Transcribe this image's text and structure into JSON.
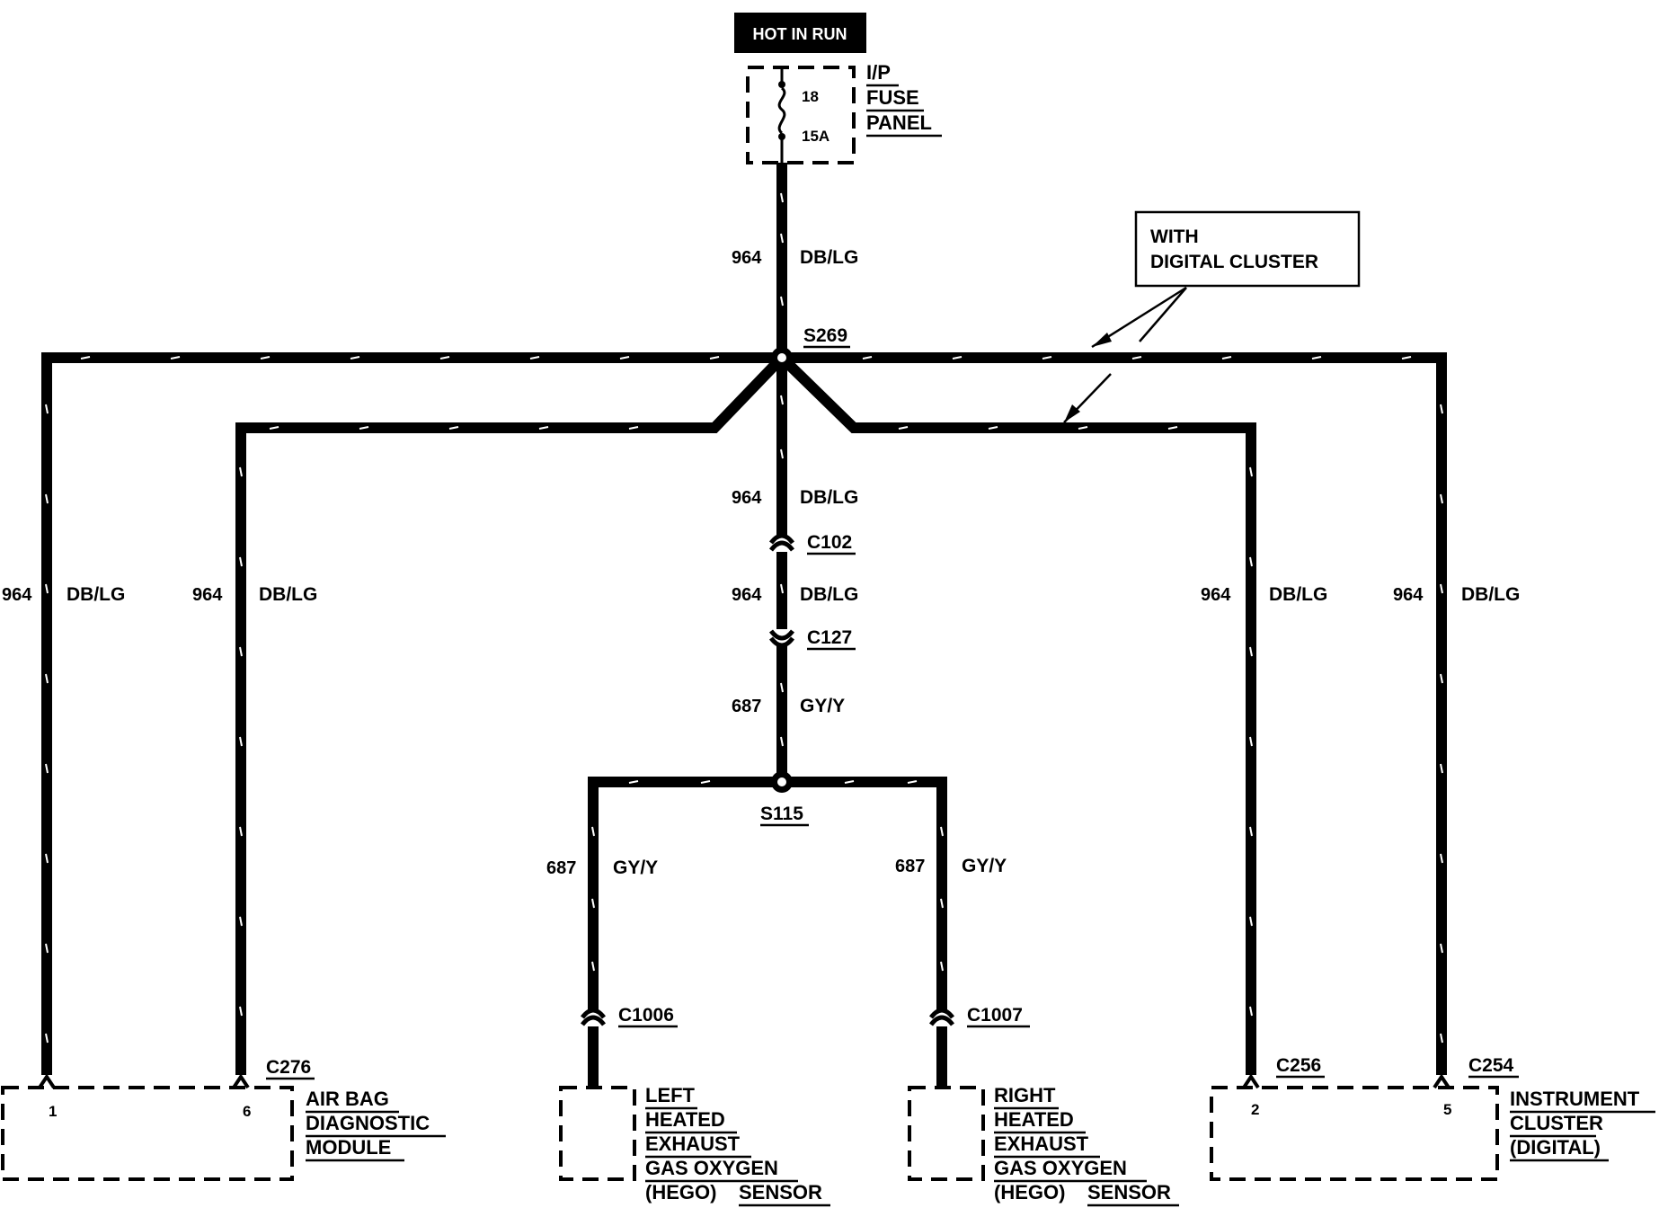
{
  "power": {
    "hot_label": "HOT IN RUN"
  },
  "fuse_panel": {
    "fuse_number": "18",
    "fuse_rating": "15A",
    "label_lines": [
      "I/P",
      "FUSE",
      "PANEL"
    ]
  },
  "note": {
    "lines": [
      "WITH",
      "DIGITAL CLUSTER"
    ]
  },
  "splices": {
    "top": "S269",
    "bottom": "S115"
  },
  "connectors": {
    "c102": "C102",
    "c127": "C127",
    "c1006": "C1006",
    "c1007": "C1007",
    "c276": "C276",
    "c256": "C256",
    "c254": "C254"
  },
  "wires": {
    "w964": "964",
    "dblg": "DB/LG",
    "w687": "687",
    "gyy": "GY/Y"
  },
  "components": {
    "airbag": {
      "pins": [
        "1",
        "6"
      ],
      "label_lines": [
        "AIR BAG",
        "DIAGNOSTIC",
        "MODULE"
      ]
    },
    "left_hego": {
      "label_lines": [
        "LEFT",
        "HEATED",
        "EXHAUST",
        "GAS OXYGEN"
      ],
      "last_line": [
        "(HEGO)",
        "SENSOR"
      ]
    },
    "right_hego": {
      "label_lines": [
        "RIGHT",
        "HEATED",
        "EXHAUST",
        "GAS OXYGEN"
      ],
      "last_line": [
        "(HEGO)",
        "SENSOR"
      ]
    },
    "cluster": {
      "pins": [
        "2",
        "5"
      ],
      "label_lines": [
        "INSTRUMENT",
        "CLUSTER",
        "(DIGITAL)"
      ]
    }
  }
}
